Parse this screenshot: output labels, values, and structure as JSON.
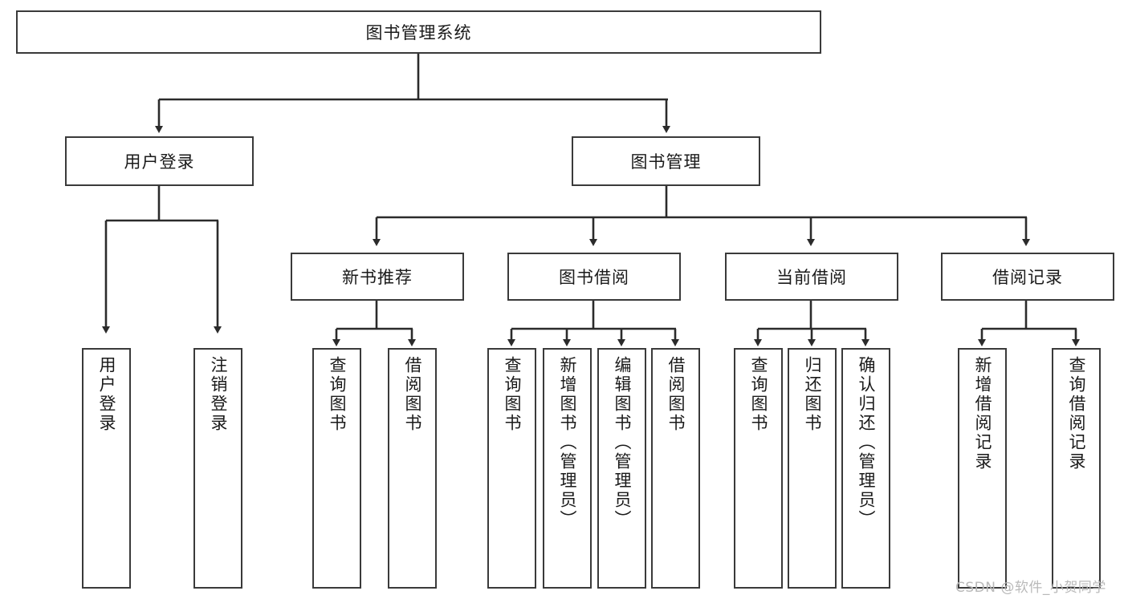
{
  "diagram": {
    "type": "tree",
    "title": "图书管理系统",
    "orientation": "top-down",
    "colors": {
      "box_border": "#3a3a3a",
      "box_fill": "#ffffff",
      "connector": "#2b2b2b",
      "text": "#1a1a1a",
      "watermark": "#b9b9b9",
      "background": "#ffffff"
    },
    "root": {
      "label": "图书管理系统"
    },
    "level2": [
      {
        "label": "用户登录"
      },
      {
        "label": "图书管理"
      }
    ],
    "level3": [
      {
        "label": "新书推荐"
      },
      {
        "label": "图书借阅"
      },
      {
        "label": "当前借阅"
      },
      {
        "label": "借阅记录"
      }
    ],
    "leaves": {
      "user_login": [
        {
          "label": "用户登录"
        },
        {
          "label": "注销登录"
        }
      ],
      "new_book_recommend": [
        {
          "label": "查询图书"
        },
        {
          "label": "借阅图书"
        }
      ],
      "book_borrow": [
        {
          "label": "查询图书"
        },
        {
          "label": "新增图书（管理员）"
        },
        {
          "label": "编辑图书（管理员）"
        },
        {
          "label": "借阅图书"
        }
      ],
      "current_borrow": [
        {
          "label": "查询图书"
        },
        {
          "label": "归还图书"
        },
        {
          "label": "确认归还（管理员）"
        }
      ],
      "borrow_record": [
        {
          "label": "新增借阅记录"
        },
        {
          "label": "查询借阅记录"
        }
      ]
    }
  },
  "watermark": {
    "text": "CSDN @软件_小贺同学"
  }
}
